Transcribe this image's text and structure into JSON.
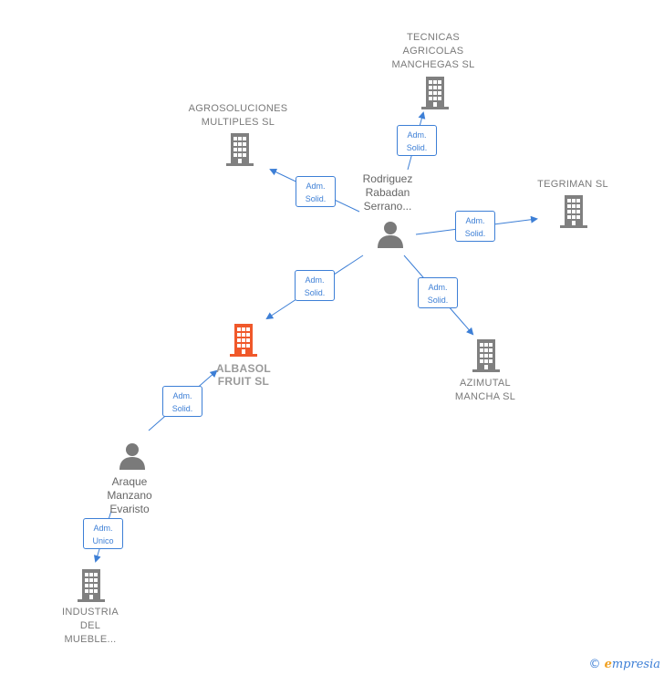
{
  "nodes": {
    "tecnicas": {
      "lines": [
        "TECNICAS",
        "AGRICOLAS",
        "MANCHEGAS SL"
      ]
    },
    "agrosoluciones": {
      "lines": [
        "AGROSOLUCIONES",
        "MULTIPLES SL"
      ]
    },
    "rodriguez": {
      "lines": [
        "Rodriguez",
        "Rabadan",
        "Serrano..."
      ]
    },
    "tegriman": {
      "lines": [
        "TEGRIMAN SL"
      ]
    },
    "albasol": {
      "lines": [
        "ALBASOL",
        "FRUIT SL"
      ]
    },
    "azimutal": {
      "lines": [
        "AZIMUTAL",
        "MANCHA SL"
      ]
    },
    "araque": {
      "lines": [
        "Araque",
        "Manzano",
        "Evaristo"
      ]
    },
    "industria": {
      "lines": [
        "INDUSTRIA",
        "DEL",
        "MUEBLE..."
      ]
    }
  },
  "relations": {
    "r_tecnicas": [
      "Adm.",
      "Solid."
    ],
    "r_agro": [
      "Adm.",
      "Solid."
    ],
    "r_tegriman": [
      "Adm.",
      "Solid."
    ],
    "r_albasol": [
      "Adm.",
      "Solid."
    ],
    "r_azimutal": [
      "Adm.",
      "Solid."
    ],
    "r_araque_albasol": [
      "Adm.",
      "Solid."
    ],
    "r_industria": [
      "Adm.",
      "Unico"
    ]
  },
  "colors": {
    "company": "#808080",
    "company_main": "#f0582a",
    "person": "#7a7a7a",
    "link": "#3d7fd6"
  },
  "brand": {
    "copyright": "©",
    "initial": "e",
    "rest": "mpresia"
  }
}
